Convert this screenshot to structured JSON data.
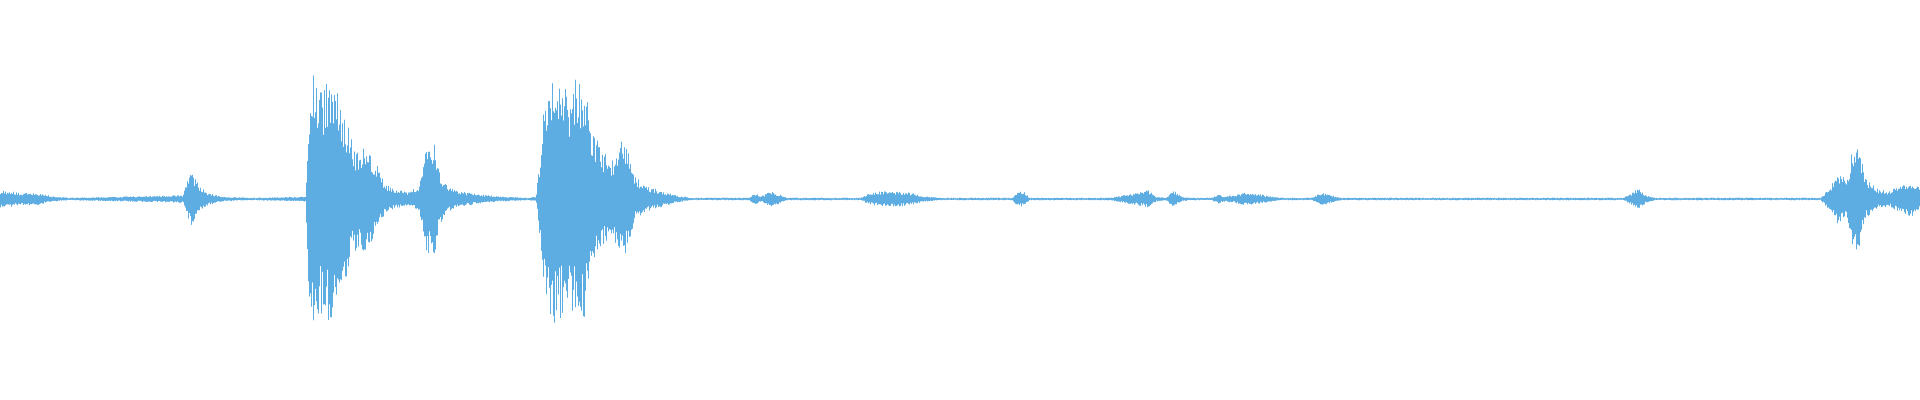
{
  "waveform": {
    "color": "#5dade2",
    "background": "#ffffff",
    "amplitude_envelope": [
      [
        0,
        0.07
      ],
      [
        0.006,
        0.06
      ],
      [
        0.01,
        0.05
      ],
      [
        0.018,
        0.05
      ],
      [
        0.022,
        0.04
      ],
      [
        0.028,
        0.02
      ],
      [
        0.035,
        0.01
      ],
      [
        0.095,
        0.03
      ],
      [
        0.099,
        0.22
      ],
      [
        0.101,
        0.18
      ],
      [
        0.104,
        0.1
      ],
      [
        0.108,
        0.05
      ],
      [
        0.115,
        0.02
      ],
      [
        0.13,
        0.01
      ],
      [
        0.159,
        0.02
      ],
      [
        0.161,
        0.9
      ],
      [
        0.164,
        1.0
      ],
      [
        0.168,
        0.88
      ],
      [
        0.172,
        1.0
      ],
      [
        0.176,
        0.95
      ],
      [
        0.179,
        0.7
      ],
      [
        0.184,
        0.4
      ],
      [
        0.19,
        0.42
      ],
      [
        0.196,
        0.28
      ],
      [
        0.2,
        0.12
      ],
      [
        0.206,
        0.07
      ],
      [
        0.212,
        0.06
      ],
      [
        0.218,
        0.1
      ],
      [
        0.222,
        0.42
      ],
      [
        0.226,
        0.48
      ],
      [
        0.229,
        0.2
      ],
      [
        0.233,
        0.1
      ],
      [
        0.24,
        0.06
      ],
      [
        0.248,
        0.04
      ],
      [
        0.26,
        0.02
      ],
      [
        0.275,
        0.01
      ],
      [
        0.279,
        0.02
      ],
      [
        0.281,
        0.35
      ],
      [
        0.284,
        0.9
      ],
      [
        0.288,
        0.98
      ],
      [
        0.292,
        0.95
      ],
      [
        0.296,
        0.85
      ],
      [
        0.3,
        0.95
      ],
      [
        0.304,
        1.0
      ],
      [
        0.308,
        0.55
      ],
      [
        0.313,
        0.4
      ],
      [
        0.318,
        0.3
      ],
      [
        0.325,
        0.5
      ],
      [
        0.33,
        0.18
      ],
      [
        0.337,
        0.1
      ],
      [
        0.345,
        0.06
      ],
      [
        0.352,
        0.03
      ],
      [
        0.36,
        0.01
      ],
      [
        0.39,
        0.01
      ],
      [
        0.393,
        0.05
      ],
      [
        0.396,
        0.02
      ],
      [
        0.401,
        0.06
      ],
      [
        0.405,
        0.04
      ],
      [
        0.41,
        0.01
      ],
      [
        0.448,
        0.01
      ],
      [
        0.452,
        0.04
      ],
      [
        0.458,
        0.06
      ],
      [
        0.466,
        0.06
      ],
      [
        0.474,
        0.05
      ],
      [
        0.482,
        0.02
      ],
      [
        0.49,
        0.01
      ],
      [
        0.527,
        0.01
      ],
      [
        0.53,
        0.06
      ],
      [
        0.533,
        0.06
      ],
      [
        0.536,
        0.01
      ],
      [
        0.578,
        0.01
      ],
      [
        0.585,
        0.03
      ],
      [
        0.592,
        0.05
      ],
      [
        0.598,
        0.07
      ],
      [
        0.602,
        0.02
      ],
      [
        0.607,
        0.01
      ],
      [
        0.611,
        0.07
      ],
      [
        0.615,
        0.02
      ],
      [
        0.62,
        0.01
      ],
      [
        0.631,
        0.01
      ],
      [
        0.634,
        0.04
      ],
      [
        0.637,
        0.02
      ],
      [
        0.642,
        0.03
      ],
      [
        0.648,
        0.05
      ],
      [
        0.655,
        0.04
      ],
      [
        0.662,
        0.02
      ],
      [
        0.668,
        0.01
      ],
      [
        0.683,
        0.01
      ],
      [
        0.688,
        0.05
      ],
      [
        0.693,
        0.03
      ],
      [
        0.698,
        0.01
      ],
      [
        0.845,
        0.01
      ],
      [
        0.849,
        0.04
      ],
      [
        0.853,
        0.09
      ],
      [
        0.857,
        0.03
      ],
      [
        0.862,
        0.01
      ],
      [
        0.948,
        0.01
      ],
      [
        0.952,
        0.08
      ],
      [
        0.957,
        0.2
      ],
      [
        0.962,
        0.15
      ],
      [
        0.965,
        0.45
      ],
      [
        0.968,
        0.38
      ],
      [
        0.972,
        0.15
      ],
      [
        0.978,
        0.08
      ],
      [
        0.984,
        0.06
      ],
      [
        0.99,
        0.12
      ],
      [
        0.995,
        0.14
      ],
      [
        1.0,
        0.1
      ]
    ]
  }
}
